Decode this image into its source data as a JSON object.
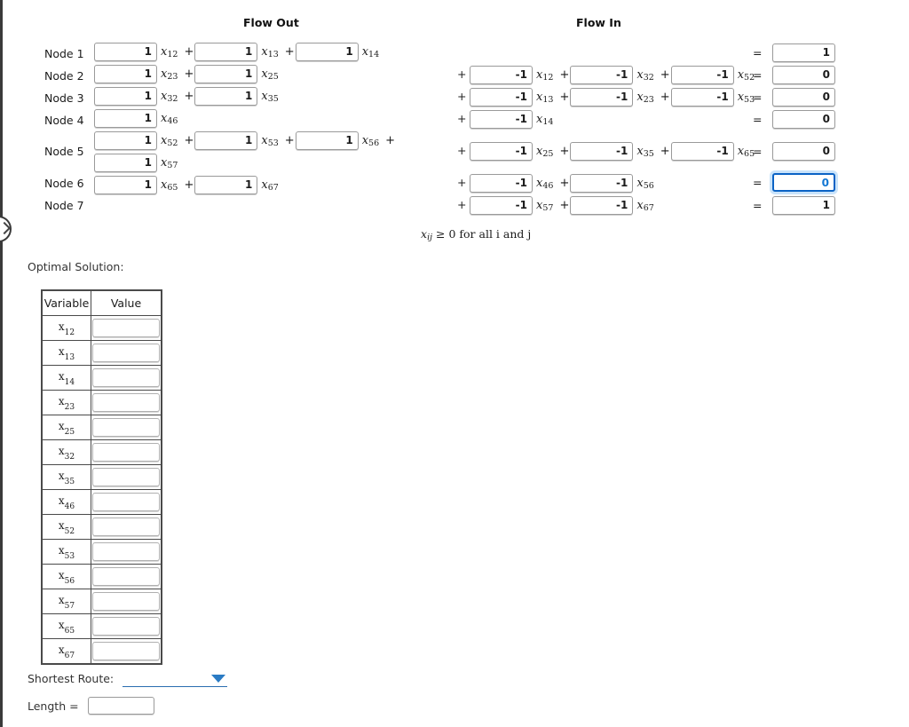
{
  "headers": {
    "flow_out": "Flow Out",
    "flow_in": "Flow In"
  },
  "nonneg_note": {
    "var": "x",
    "sub": "ij",
    "text": " ≥ 0 for all i and j"
  },
  "symbols": {
    "plus": "+",
    "equals": "=",
    "x": "x"
  },
  "rows": [
    {
      "node": "Node 1",
      "out_terms": [
        {
          "value": "1",
          "sub": "12"
        },
        {
          "value": "1",
          "sub": "13"
        },
        {
          "value": "1",
          "sub": "14"
        }
      ],
      "in_terms": [],
      "rhs": "1",
      "rhs_focused": false
    },
    {
      "node": "Node 2",
      "out_terms": [
        {
          "value": "1",
          "sub": "23"
        },
        {
          "value": "1",
          "sub": "25"
        }
      ],
      "in_terms": [
        {
          "value": "-1",
          "sub": "12"
        },
        {
          "value": "-1",
          "sub": "32"
        },
        {
          "value": "-1",
          "sub": "52"
        }
      ],
      "rhs": "0",
      "rhs_focused": false
    },
    {
      "node": "Node 3",
      "out_terms": [
        {
          "value": "1",
          "sub": "32"
        },
        {
          "value": "1",
          "sub": "35"
        }
      ],
      "in_terms": [
        {
          "value": "-1",
          "sub": "13"
        },
        {
          "value": "-1",
          "sub": "23"
        },
        {
          "value": "-1",
          "sub": "53"
        }
      ],
      "rhs": "0",
      "rhs_focused": false
    },
    {
      "node": "Node 4",
      "out_terms": [
        {
          "value": "1",
          "sub": "46"
        }
      ],
      "in_terms": [
        {
          "value": "-1",
          "sub": "14"
        }
      ],
      "rhs": "0",
      "rhs_focused": false
    },
    {
      "node": "Node 5",
      "out_terms": [
        {
          "value": "1",
          "sub": "52"
        },
        {
          "value": "1",
          "sub": "53"
        },
        {
          "value": "1",
          "sub": "56"
        },
        {
          "value": "1",
          "sub": "57"
        }
      ],
      "in_terms": [
        {
          "value": "-1",
          "sub": "25"
        },
        {
          "value": "-1",
          "sub": "35"
        },
        {
          "value": "-1",
          "sub": "65"
        }
      ],
      "rhs": "0",
      "rhs_focused": false
    },
    {
      "node": "Node 6",
      "out_terms": [
        {
          "value": "1",
          "sub": "65"
        },
        {
          "value": "1",
          "sub": "67"
        }
      ],
      "in_terms": [
        {
          "value": "-1",
          "sub": "46"
        },
        {
          "value": "-1",
          "sub": "56"
        }
      ],
      "rhs": "0",
      "rhs_focused": true
    },
    {
      "node": "Node 7",
      "out_terms": [],
      "in_terms": [
        {
          "value": "-1",
          "sub": "57"
        },
        {
          "value": "-1",
          "sub": "67"
        }
      ],
      "rhs": "1",
      "rhs_focused": false
    }
  ],
  "solution": {
    "label": "Optimal Solution:",
    "columns": [
      "Variable",
      "Value"
    ],
    "variables": [
      "12",
      "13",
      "14",
      "23",
      "25",
      "32",
      "35",
      "46",
      "52",
      "53",
      "56",
      "57",
      "65",
      "67"
    ],
    "values": [
      "",
      "",
      "",
      "",
      "",
      "",
      "",
      "",
      "",
      "",
      "",
      "",
      "",
      ""
    ]
  },
  "controls": {
    "route_label": "Shortest Route:",
    "route_value": "",
    "length_label": "Length  =",
    "length_value": ""
  },
  "colors": {
    "focus_blue": "#0b63c5",
    "dropdown_blue": "#2a7bc4",
    "border_gray": "#9a9a9a"
  }
}
